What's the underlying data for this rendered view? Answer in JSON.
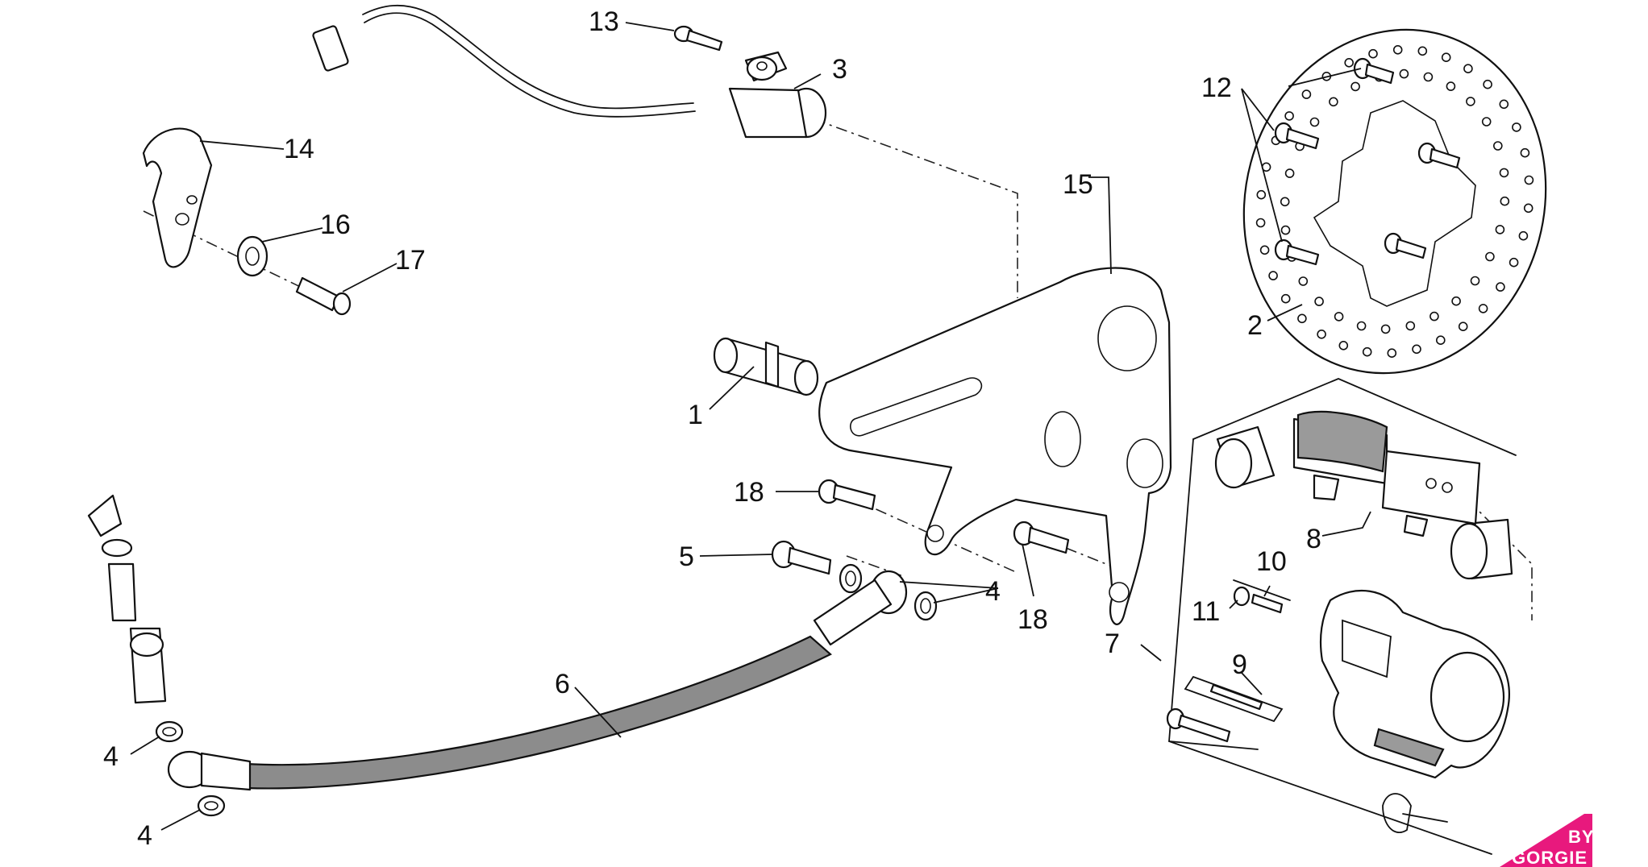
{
  "diagram": {
    "callouts": {
      "c1": "1",
      "c2": "2",
      "c3": "3",
      "c4a": "4",
      "c4b": "4",
      "c4c": "4",
      "c5": "5",
      "c6": "6",
      "c7": "7",
      "c8": "8",
      "c9": "9",
      "c10": "10",
      "c11": "11",
      "c12": "12",
      "c13": "13",
      "c14": "14",
      "c15": "15",
      "c16": "16",
      "c17": "17",
      "c18a": "18",
      "c18b": "18"
    }
  },
  "watermark": {
    "line1": "BY",
    "line2": "GORGIE",
    "color": "#e8197d"
  }
}
